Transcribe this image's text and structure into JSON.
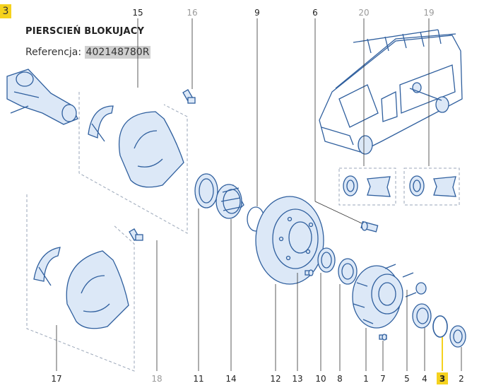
{
  "page_badge": "3",
  "part": {
    "title": "PIERSCIEŃ BLOKUJACY",
    "ref_label": "Referencja:",
    "ref_value": "402148780R"
  },
  "callouts": {
    "c15": "15",
    "c16": "16",
    "c9": "9",
    "c6": "6",
    "c20": "20",
    "c19": "19",
    "b17": "17",
    "b18": "18",
    "b11": "11",
    "b14": "14",
    "b12": "12",
    "b13": "13",
    "b10": "10",
    "b8": "8",
    "b1": "1",
    "b7": "7",
    "b5": "5",
    "b4": "4",
    "b3": "3",
    "b2": "2"
  },
  "colors": {
    "line": "#2f5f9e",
    "fill": "#dce8f7",
    "leader": "#333333",
    "dash": "#9aa6b8",
    "highlight": "#f5d21e"
  }
}
